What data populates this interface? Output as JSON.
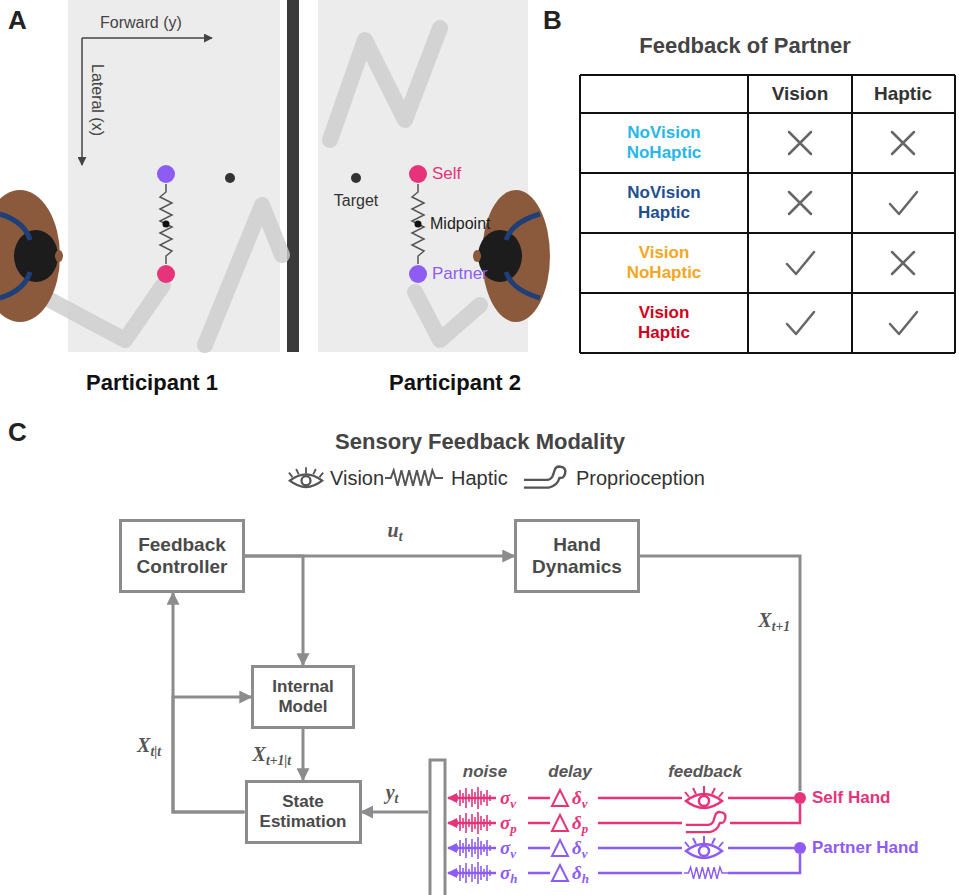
{
  "diagram": {
    "nodes": [
      {
        "text": [
          "Feedback Controller"
        ]
      },
      {
        "text": [
          "Hand Dynamics"
        ]
      },
      {
        "text": [
          "Internal Model"
        ]
      },
      {
        "text": [
          "State Estimation"
        ]
      }
    ],
    "edges": [
      {
        "from": 0,
        "to": 1,
        "arrow": "to",
        "label": "ut"
      },
      {
        "from": 0,
        "to": 2,
        "arrow": "to"
      },
      {
        "from": 2,
        "to": 3,
        "arrow": "to",
        "label": "Xt+1|t"
      },
      {
        "from": 3,
        "to": 0,
        "arrow": "to",
        "label": "Xt|t"
      },
      {
        "from": 3,
        "to": 2,
        "arrow": "to"
      }
    ],
    "labels": [
      "A",
      "Forward (y)",
      "Lateral (x)",
      "Target",
      "Self",
      "Midpoint",
      "Partner",
      "Participant 1",
      "Participant 2",
      "B",
      "Feedback of Partner",
      "Vision",
      "Haptic",
      "NoVision NoHaptic",
      "NoVision Haptic",
      "Vision NoHaptic",
      "Vision Haptic",
      "C",
      "Sensory Feedback Modality",
      "Xt+1",
      "yt",
      "noise",
      "delay",
      "feedback",
      "σv",
      "δv",
      "σp",
      "δp",
      "σv",
      "δv",
      "σh",
      "δh",
      "Self Hand",
      "Partner Hand"
    ],
    "legend": [
      {
        "text": "Vision"
      },
      {
        "text": "Haptic"
      },
      {
        "text": "Proprioception"
      }
    ]
  }
}
